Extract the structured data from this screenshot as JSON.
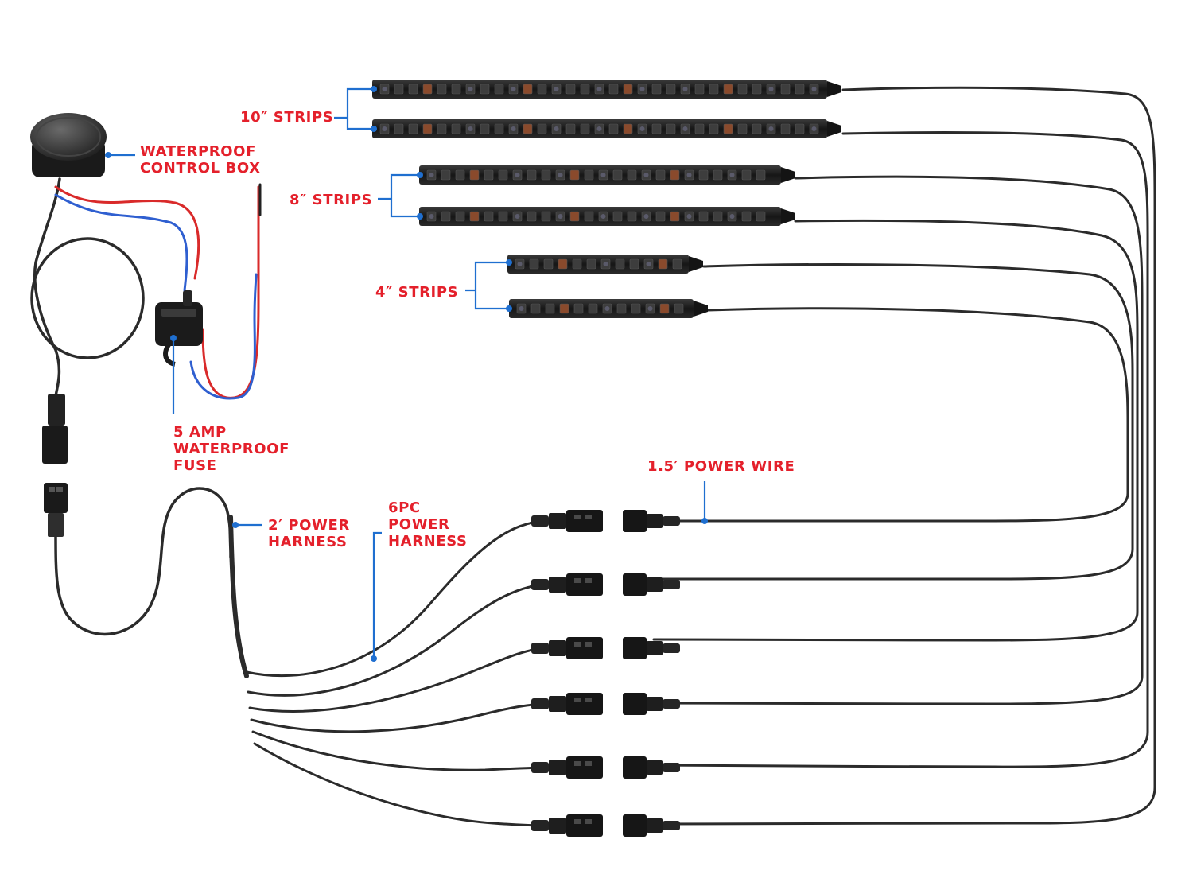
{
  "labels": {
    "strips_10": "10″ STRIPS",
    "strips_8": "8″ STRIPS",
    "strips_4": "4″ STRIPS",
    "control_box": [
      "WATERPROOF",
      "CONTROL BOX"
    ],
    "fuse": [
      "5 AMP",
      "WATERPROOF",
      "FUSE"
    ],
    "power_wire": "1.5′ POWER WIRE",
    "harness_6pc": [
      "6PC",
      "POWER",
      "HARNESS"
    ],
    "harness_2ft": [
      "2′ POWER",
      "HARNESS"
    ]
  },
  "colors": {
    "label_text": "#e4202b",
    "leader_line": "#1f6fd0",
    "cable": "#2b2b2b",
    "wire_red": "#d92a2a",
    "wire_blue": "#2f5fd0"
  },
  "icons": {
    "control_box": "control-box-icon",
    "fuse": "fuse-holder-icon"
  }
}
